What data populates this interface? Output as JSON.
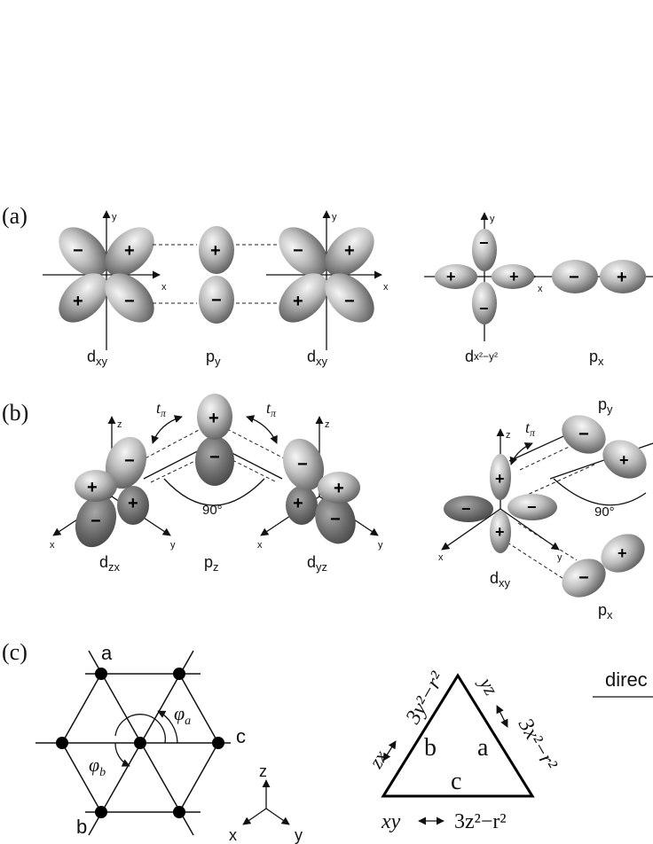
{
  "panels": {
    "a": "(a)",
    "b": "(b)",
    "c": "(c)"
  },
  "axes": {
    "x": "x",
    "y": "y",
    "z": "z"
  },
  "signs": {
    "plus": "+",
    "minus": "−"
  },
  "row_a": {
    "dxy_left": {
      "base": "d",
      "sub": "xy"
    },
    "py": {
      "base": "p",
      "sub": "y"
    },
    "dxy_right": {
      "base": "d",
      "sub": "xy"
    },
    "dx2y2": {
      "base": "d",
      "sub": "x²−y²"
    },
    "px": {
      "base": "p",
      "sub": "x"
    }
  },
  "row_b": {
    "t_pi": {
      "base": "t",
      "sub": "π"
    },
    "angle": "90°",
    "dzx": {
      "base": "d",
      "sub": "zx"
    },
    "pz": {
      "base": "p",
      "sub": "z"
    },
    "dyz": {
      "base": "d",
      "sub": "yz"
    },
    "dxy": {
      "base": "d",
      "sub": "xy"
    },
    "py": {
      "base": "p",
      "sub": "y"
    },
    "px": {
      "base": "p",
      "sub": "x"
    }
  },
  "row_c": {
    "site_a": "a",
    "site_b": "b",
    "site_c": "c",
    "phi_a": {
      "base": "φ",
      "sub": "a"
    },
    "phi_b": {
      "base": "φ",
      "sub": "b"
    },
    "triangle": {
      "inner_b": "b",
      "inner_a": "a",
      "inner_c": "c",
      "left_top": "3y²−r²",
      "left_bottom": "zx",
      "right_top": "yz",
      "right_bottom": "3x²−r²",
      "bottom_left": "xy",
      "bottom_right": "3z²−r²"
    },
    "table_header_partial": "direc"
  },
  "colors": {
    "lobe_light": "#f4f4f4",
    "lobe_mid": "#b8b8b8",
    "lobe_dark": "#5a5a5a",
    "ink": "#111111"
  }
}
